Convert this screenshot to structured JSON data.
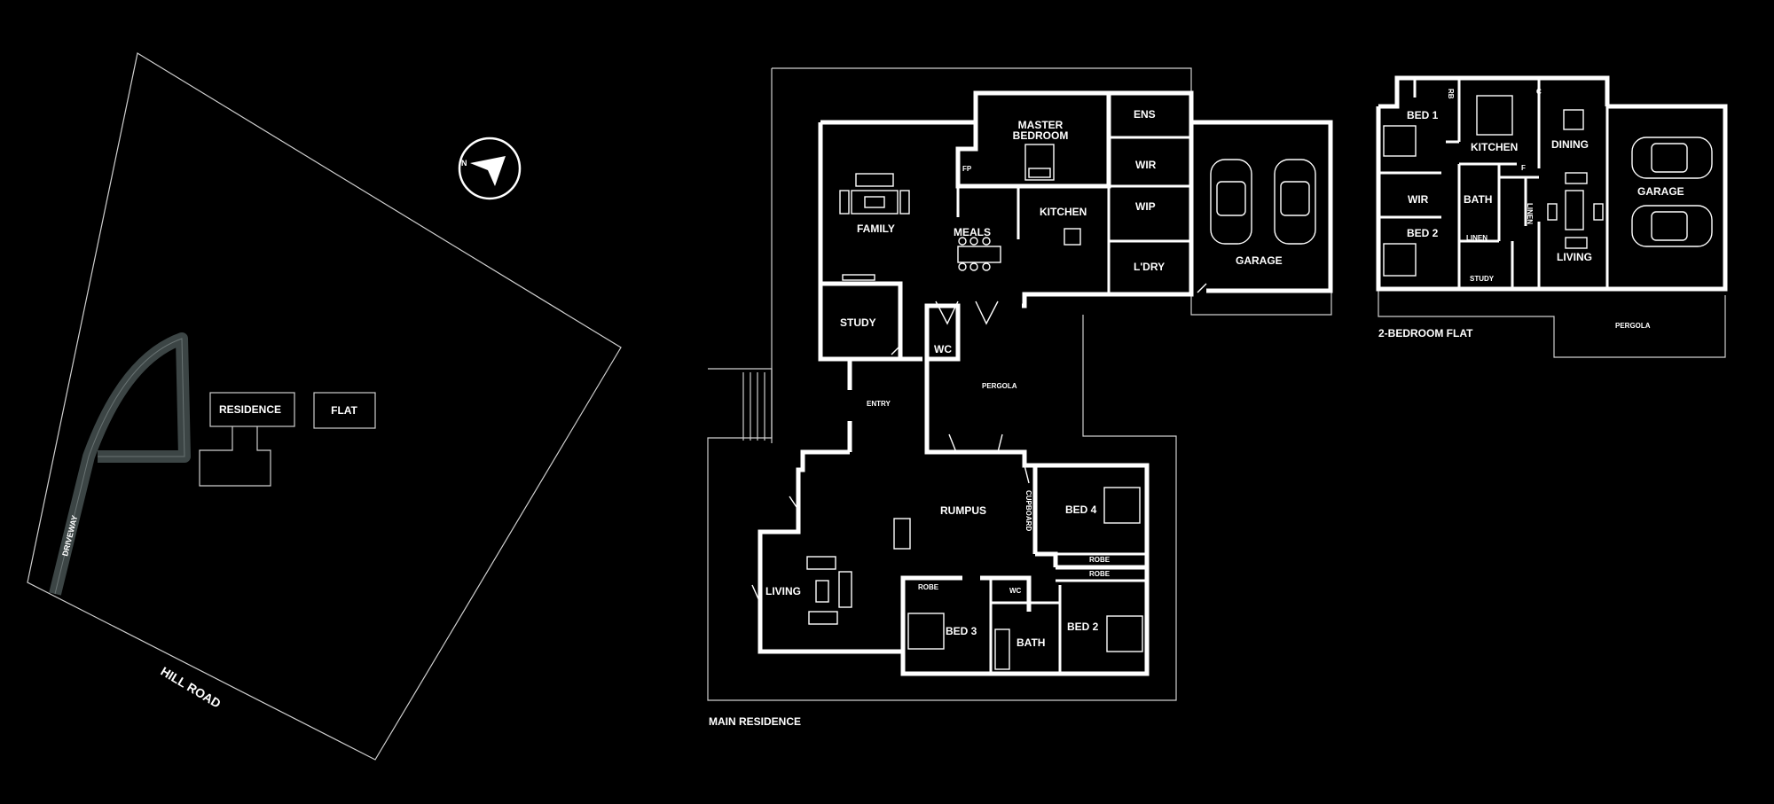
{
  "site": {
    "residence": "RESIDENCE",
    "flat": "FLAT",
    "driveway": "DRIVEWAY",
    "road": "HILL ROAD",
    "north": "N"
  },
  "main_residence": {
    "caption": "MAIN RESIDENCE",
    "rooms": {
      "master_bedroom": "MASTER\nBEDROOM",
      "ens": "ENS",
      "wir": "WIR",
      "wip": "WIP",
      "ldry": "L'DRY",
      "garage": "GARAGE",
      "family": "FAMILY",
      "fp": "FP",
      "meals": "MEALS",
      "kitchen": "KITCHEN",
      "study": "STUDY",
      "wc": "WC",
      "entry": "ENTRY",
      "pergola": "PERGOLA",
      "rumpus": "RUMPUS",
      "cupboard": "CUPBOARD",
      "bed4": "BED 4",
      "robe_bed4": "ROBE",
      "robe_bed2": "ROBE",
      "bed2": "BED 2",
      "living": "LIVING",
      "robe_bed3": "ROBE",
      "bed3": "BED 3",
      "wc2": "WC",
      "bath": "BATH"
    }
  },
  "flat": {
    "caption": "2-BEDROOM FLAT",
    "rooms": {
      "bed1": "BED 1",
      "rb": "RB",
      "kitchen": "KITCHEN",
      "c": "C",
      "dining": "DINING",
      "garage": "GARAGE",
      "wir": "WIR",
      "bath": "BATH",
      "f": "F",
      "linen_v": "LINEN",
      "bed2": "BED 2",
      "linen": "LINEN",
      "study": "STUDY",
      "living": "LIVING",
      "pergola": "PERGOLA"
    }
  },
  "colors": {
    "background": "#000000",
    "lines": "#ffffff",
    "driveway": "#3c4545"
  }
}
